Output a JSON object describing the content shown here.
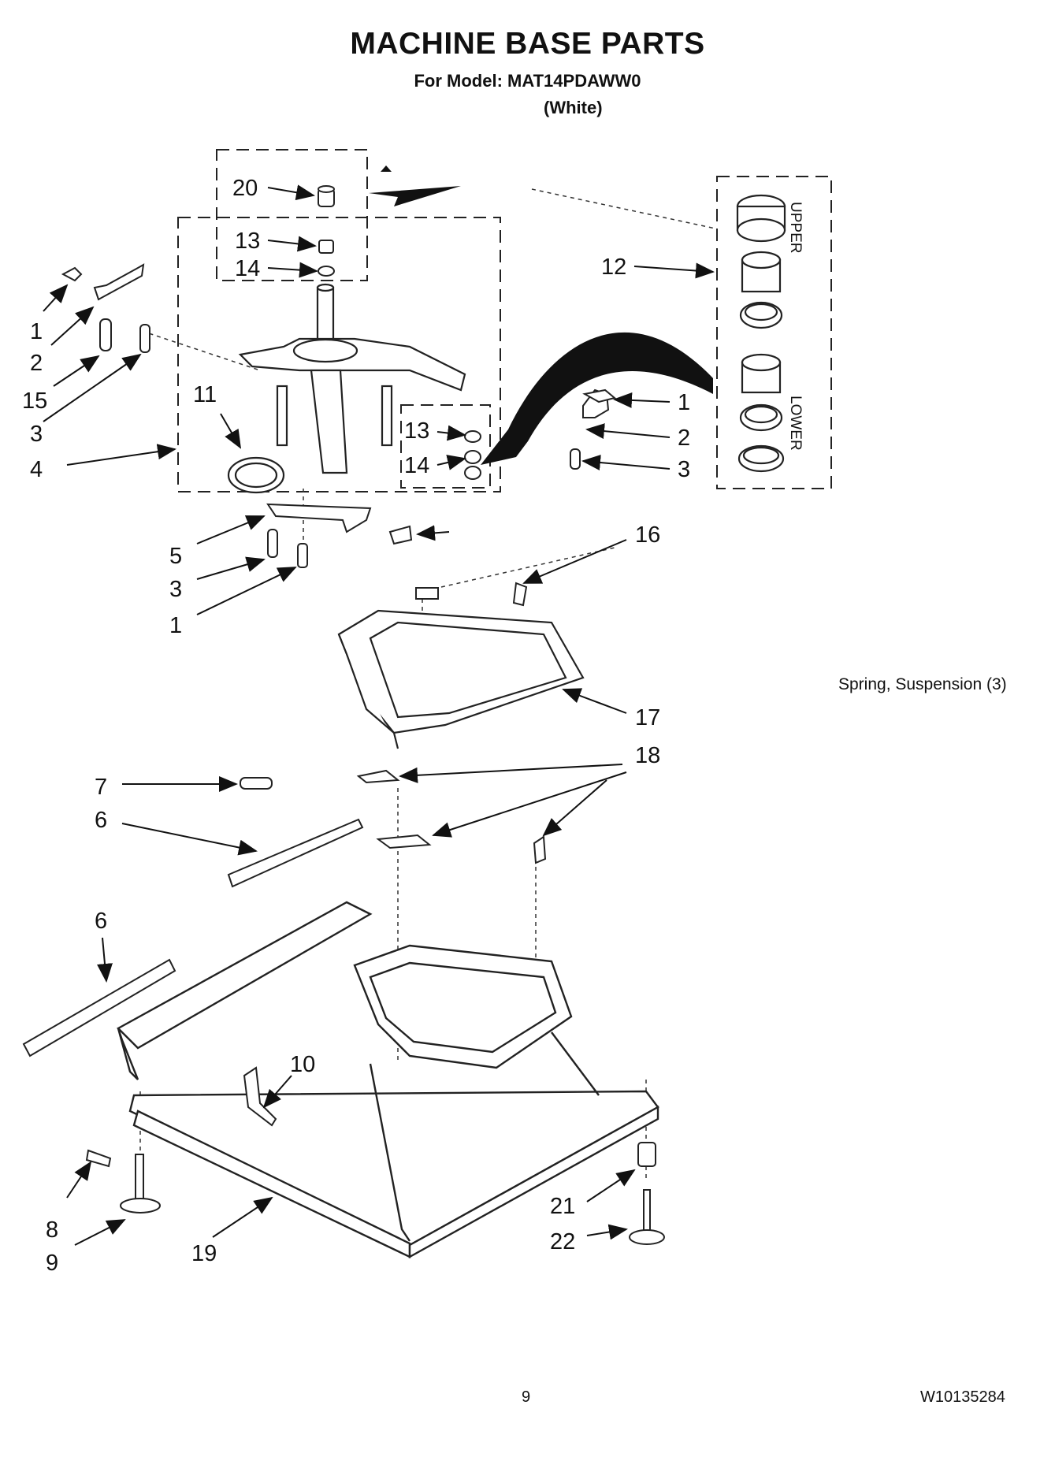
{
  "header": {
    "title": "MACHINE BASE PARTS",
    "model": "For Model: MAT14PDAWW0",
    "color": "(White)"
  },
  "note": "Spring, Suspension (3)",
  "bearing_kit": {
    "upper": "UPPER",
    "lower": "LOWER"
  },
  "callouts": [
    "1",
    "2",
    "15",
    "3",
    "4",
    "11",
    "20",
    "13",
    "14",
    "12",
    "1",
    "2",
    "3",
    "13",
    "14",
    "5",
    "3",
    "1",
    "16",
    "17",
    "18",
    "7",
    "6",
    "6",
    "10",
    "8",
    "9",
    "19",
    "21",
    "22"
  ],
  "footer": {
    "page": "9",
    "doc_number": "W10135284"
  }
}
